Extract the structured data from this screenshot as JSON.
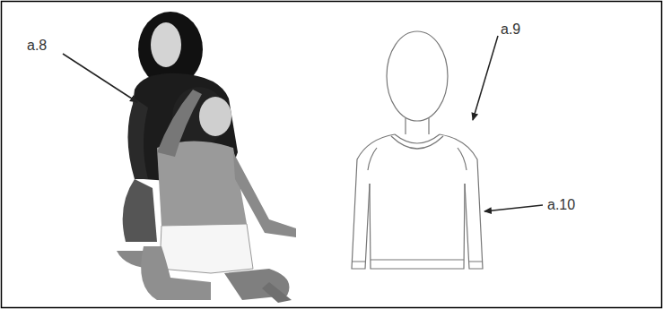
{
  "diagram": {
    "labels": [
      "a.8",
      "a.9",
      "a.10"
    ]
  }
}
